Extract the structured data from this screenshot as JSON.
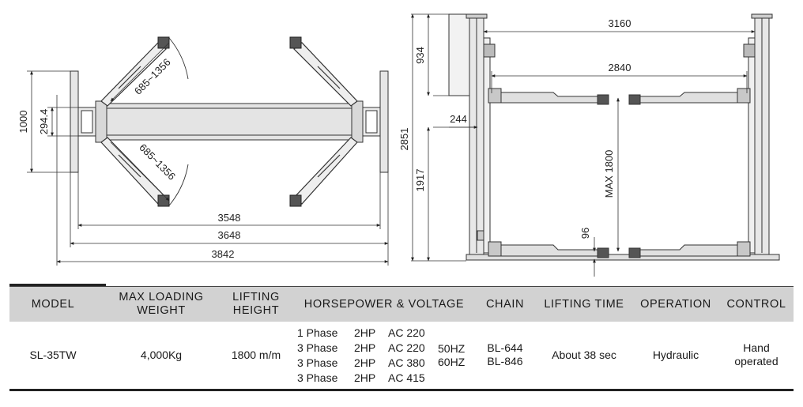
{
  "top_view": {
    "dims": {
      "d_1000": "1000",
      "d_2944": "294.4",
      "d_arm_upper": "685~1356",
      "d_arm_lower": "685~1356",
      "d_3548": "3548",
      "d_3648": "3648",
      "d_3842": "3842"
    }
  },
  "front_view": {
    "dims": {
      "d_3160": "3160",
      "d_2840": "2840",
      "d_934": "934",
      "d_2851": "2851",
      "d_244": "244",
      "d_1917": "1917",
      "d_max1800": "MAX 1800",
      "d_96": "96"
    }
  },
  "table": {
    "headers": {
      "model": "MODEL",
      "max_loading_1": "MAX LOADING",
      "max_loading_2": "WEIGHT",
      "lifting_height_1": "LIFTING",
      "lifting_height_2": "HEIGHT",
      "hp_voltage": "HORSEPOWER & VOLTAGE",
      "chain": "CHAIN",
      "lifting_time": "LIFTING TIME",
      "operation": "OPERATION",
      "control": "CONTROL"
    },
    "row": {
      "model": "SL-35TW",
      "weight": "4,000Kg",
      "lifting_height": "1800 m/m",
      "power": [
        {
          "phase": "1 Phase",
          "hp": "2HP",
          "ac": "AC 220"
        },
        {
          "phase": "3 Phase",
          "hp": "2HP",
          "ac": "AC 220"
        },
        {
          "phase": "3 Phase",
          "hp": "2HP",
          "ac": "AC 380"
        },
        {
          "phase": "3 Phase",
          "hp": "2HP",
          "ac": "AC 415"
        }
      ],
      "freq_1": "50HZ",
      "freq_2": "60HZ",
      "chain_1": "BL-644",
      "chain_2": "BL-846",
      "lifting_time": "About 38 sec",
      "operation": "Hydraulic",
      "control_1": "Hand",
      "control_2": "operated"
    }
  }
}
